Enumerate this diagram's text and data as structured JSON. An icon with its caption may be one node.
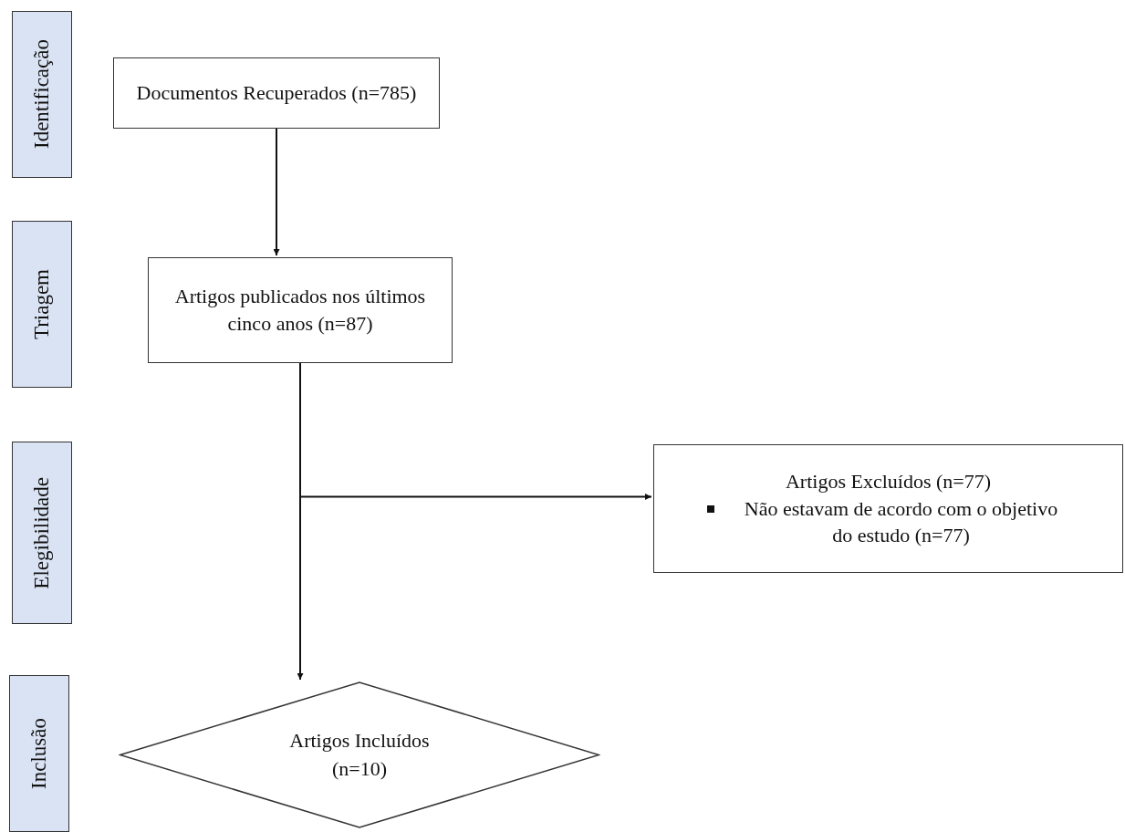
{
  "diagram": {
    "nodes": [
      {
        "text": [
          "Identificação"
        ]
      },
      {
        "text": [
          "Documentos Recuperados (n=785)"
        ]
      },
      {
        "text": [
          "Triagem"
        ]
      },
      {
        "text": [
          "Artigos publicados nos últimos cinco anos (n=87)"
        ]
      },
      {
        "text": [
          "Elegibilidade"
        ]
      },
      {
        "text": [
          "Artigos Excluídos (n=77)",
          "Não estavam de acordo com o objetivo do estudo (n=77)"
        ]
      },
      {
        "text": [
          "Inclusão"
        ]
      },
      {
        "text": [
          "Artigos Incluídos (n=10)"
        ]
      }
    ],
    "edges": [
      {
        "from": 1,
        "to": 3,
        "arrow": "to"
      },
      {
        "from": 3,
        "to": 5,
        "arrow": "to"
      },
      {
        "from": 3,
        "to": 7,
        "arrow": "to"
      }
    ]
  }
}
